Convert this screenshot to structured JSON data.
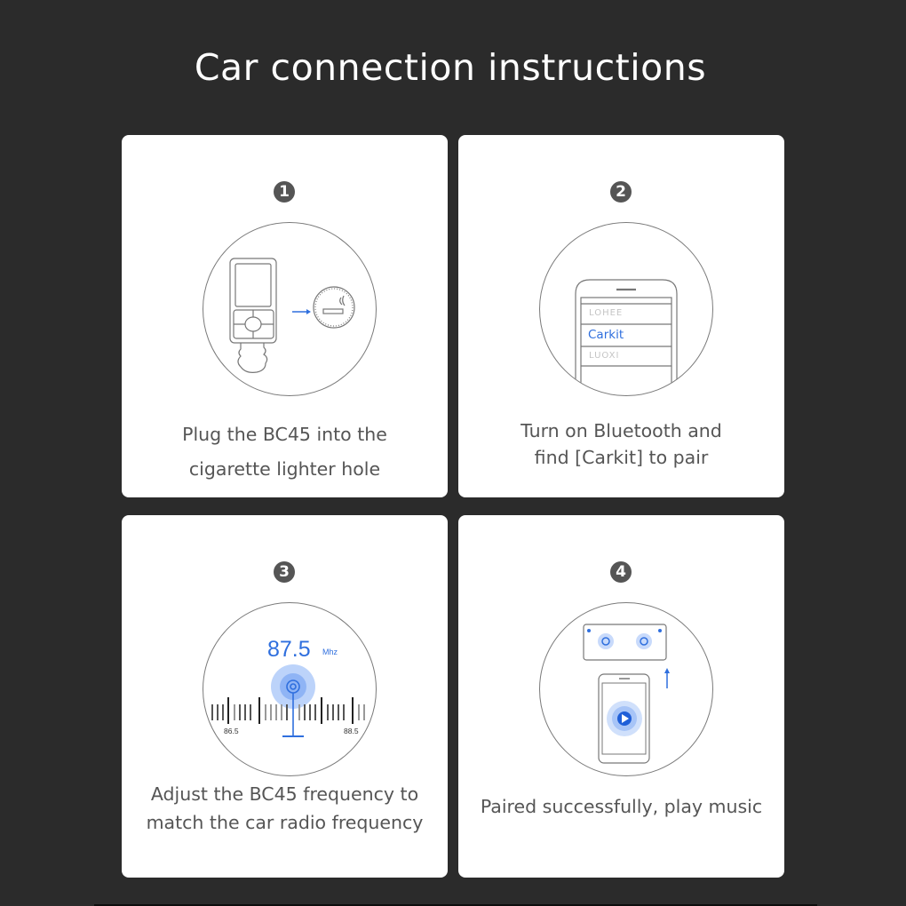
{
  "page": {
    "title": "Car connection instructions"
  },
  "colors": {
    "background": "#2b2b2b",
    "card": "#ffffff",
    "accent_blue": "#2f6fde",
    "badge": "#555555",
    "caption_text": "#555555"
  },
  "steps": [
    {
      "number": "1",
      "icon": "car-charger-to-lighter-socket-icon",
      "caption_line1": "Plug the BC45 into the",
      "caption_line2": "cigarette lighter hole"
    },
    {
      "number": "2",
      "icon": "phone-bluetooth-list-icon",
      "device_list": [
        "LOHEE",
        "Carkit",
        "LUOXI"
      ],
      "selected_device": "Carkit",
      "caption_line1": "Turn on Bluetooth and",
      "caption_line2": "find [Carkit] to pair"
    },
    {
      "number": "3",
      "icon": "radio-frequency-dial-icon",
      "frequency": "87.5",
      "unit": "Mhz",
      "scale_left": "86.5",
      "scale_right": "88.5",
      "caption_line1": "Adjust the BC45 frequency to",
      "caption_line2": "match the car radio frequency"
    },
    {
      "number": "4",
      "icon": "phone-play-to-car-speaker-icon",
      "caption_line1": "Paired successfully, play music"
    }
  ]
}
